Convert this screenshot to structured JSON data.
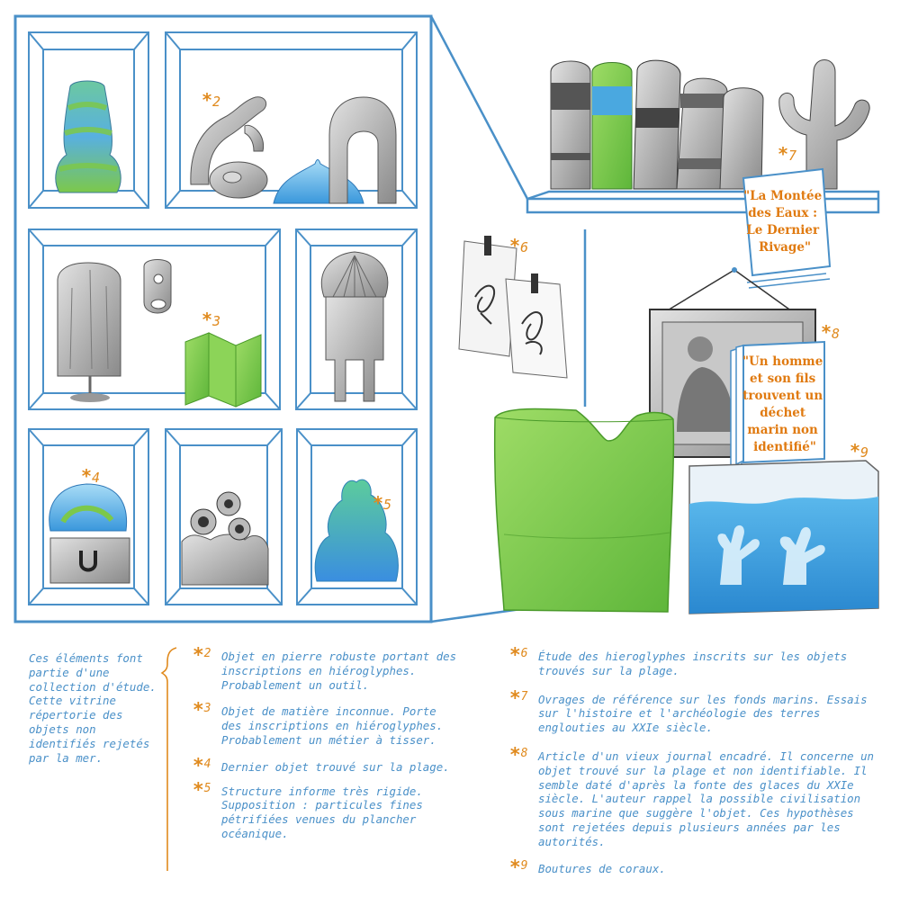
{
  "colors": {
    "frame_blue": "#4a90c8",
    "accent_orange": "#e08a1e",
    "green": "#7cc84a",
    "aqua": "#4aa8e0",
    "pencil_grey": "#8a8a8a"
  },
  "markers": {
    "m2": "2",
    "m3": "3",
    "m4": "4",
    "m5": "5",
    "m6": "6",
    "m7": "7",
    "m8": "8",
    "m9": "9",
    "star": "*"
  },
  "book_sign": {
    "lines": [
      "\"La Montée",
      "des Eaux :",
      "Le Dernier",
      "Rivage\""
    ]
  },
  "newspaper_sign": {
    "lines": [
      "\"Un homme",
      "et son fils",
      "trouvent un",
      "déchet",
      "marin non",
      "identifié\""
    ]
  },
  "legend": {
    "intro": "Ces éléments font partie d'une collection d'étude. Cette vitrine répertorie des objets non identifiés rejetés par la mer.",
    "notes_left": [
      {
        "num": "2",
        "text": "Objet en pierre robuste portant des inscriptions en hiéroglyphes. Probablement un outil."
      },
      {
        "num": "3",
        "text": "Objet de matière inconnue. Porte des inscriptions en hiéroglyphes. Probablement un métier à tisser."
      },
      {
        "num": "4",
        "text": "Dernier objet trouvé sur la plage."
      },
      {
        "num": "5",
        "text": "Structure informe très rigide. Supposition : particules fines pétrifiées venues du plancher océanique."
      }
    ],
    "notes_right": [
      {
        "num": "6",
        "text": "Étude des hieroglyphes inscrits sur les objets trouvés sur la plage."
      },
      {
        "num": "7",
        "text": "Ovrages de référence sur les fonds marins. Essais sur l'histoire et l'archéologie des terres englouties au XXIe siècle."
      },
      {
        "num": "8",
        "text": "Article d'un vieux journal encadré. Il concerne un objet trouvé sur la plage et non identifiable. Il semble daté d'après la fonte des glaces du XXIe siècle. L'auteur rappel la possible civilisation sous marine que suggère l'objet. Ces hypothèses sont rejetées depuis plusieurs années par les autorités."
      },
      {
        "num": "9",
        "text": "Boutures de coraux."
      }
    ]
  }
}
